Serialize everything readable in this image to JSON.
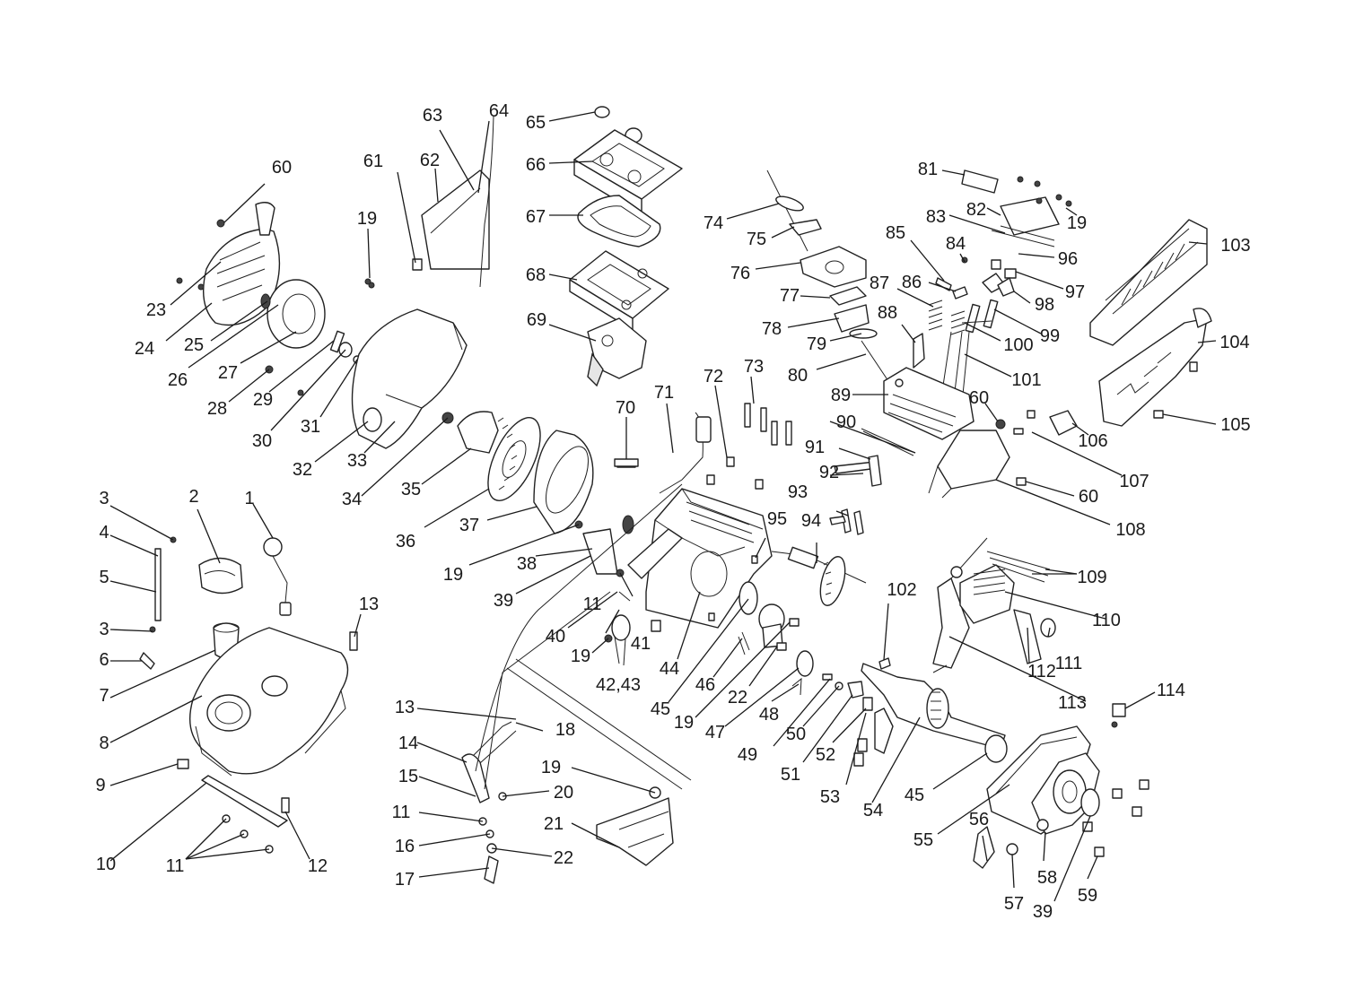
{
  "colors": {
    "line": "#222222",
    "fill": "#ffffff",
    "shade": "#e6e6e6"
  },
  "callouts": [
    {
      "id": "c1",
      "text": "1"
    },
    {
      "id": "c2",
      "text": "2"
    },
    {
      "id": "c3a",
      "text": "3"
    },
    {
      "id": "c3b",
      "text": "3"
    },
    {
      "id": "c4",
      "text": "4"
    },
    {
      "id": "c5",
      "text": "5"
    },
    {
      "id": "c6",
      "text": "6"
    },
    {
      "id": "c7",
      "text": "7"
    },
    {
      "id": "c8",
      "text": "8"
    },
    {
      "id": "c9",
      "text": "9"
    },
    {
      "id": "c10",
      "text": "10"
    },
    {
      "id": "c11a",
      "text": "11"
    },
    {
      "id": "c11b",
      "text": "11"
    },
    {
      "id": "c11c",
      "text": "11"
    },
    {
      "id": "c12",
      "text": "12"
    },
    {
      "id": "c13a",
      "text": "13"
    },
    {
      "id": "c13b",
      "text": "13"
    },
    {
      "id": "c14",
      "text": "14"
    },
    {
      "id": "c15",
      "text": "15"
    },
    {
      "id": "c16",
      "text": "16"
    },
    {
      "id": "c17",
      "text": "17"
    },
    {
      "id": "c18",
      "text": "18"
    },
    {
      "id": "c19a",
      "text": "19"
    },
    {
      "id": "c19b",
      "text": "19"
    },
    {
      "id": "c19c",
      "text": "19"
    },
    {
      "id": "c19d",
      "text": "19"
    },
    {
      "id": "c19e",
      "text": "19"
    },
    {
      "id": "c19f",
      "text": "19"
    },
    {
      "id": "c20",
      "text": "20"
    },
    {
      "id": "c21",
      "text": "21"
    },
    {
      "id": "c22a",
      "text": "22"
    },
    {
      "id": "c22b",
      "text": "22"
    },
    {
      "id": "c23",
      "text": "23"
    },
    {
      "id": "c24",
      "text": "24"
    },
    {
      "id": "c25",
      "text": "25"
    },
    {
      "id": "c26",
      "text": "26"
    },
    {
      "id": "c27",
      "text": "27"
    },
    {
      "id": "c28",
      "text": "28"
    },
    {
      "id": "c29",
      "text": "29"
    },
    {
      "id": "c30",
      "text": "30"
    },
    {
      "id": "c31",
      "text": "31"
    },
    {
      "id": "c32",
      "text": "32"
    },
    {
      "id": "c33",
      "text": "33"
    },
    {
      "id": "c34",
      "text": "34"
    },
    {
      "id": "c35",
      "text": "35"
    },
    {
      "id": "c36",
      "text": "36"
    },
    {
      "id": "c37",
      "text": "37"
    },
    {
      "id": "c38",
      "text": "38"
    },
    {
      "id": "c39a",
      "text": "39"
    },
    {
      "id": "c39b",
      "text": "39"
    },
    {
      "id": "c40",
      "text": "40"
    },
    {
      "id": "c41",
      "text": "41"
    },
    {
      "id": "c4243",
      "text": "42,43"
    },
    {
      "id": "c44",
      "text": "44"
    },
    {
      "id": "c45a",
      "text": "45"
    },
    {
      "id": "c45b",
      "text": "45"
    },
    {
      "id": "c46",
      "text": "46"
    },
    {
      "id": "c47",
      "text": "47"
    },
    {
      "id": "c48",
      "text": "48"
    },
    {
      "id": "c49",
      "text": "49"
    },
    {
      "id": "c50",
      "text": "50"
    },
    {
      "id": "c51",
      "text": "51"
    },
    {
      "id": "c52",
      "text": "52"
    },
    {
      "id": "c53",
      "text": "53"
    },
    {
      "id": "c54",
      "text": "54"
    },
    {
      "id": "c55",
      "text": "55"
    },
    {
      "id": "c56",
      "text": "56"
    },
    {
      "id": "c57",
      "text": "57"
    },
    {
      "id": "c58",
      "text": "58"
    },
    {
      "id": "c59",
      "text": "59"
    },
    {
      "id": "c60a",
      "text": "60"
    },
    {
      "id": "c60b",
      "text": "60"
    },
    {
      "id": "c60c",
      "text": "60"
    },
    {
      "id": "c61",
      "text": "61"
    },
    {
      "id": "c62",
      "text": "62"
    },
    {
      "id": "c63",
      "text": "63"
    },
    {
      "id": "c64",
      "text": "64"
    },
    {
      "id": "c65",
      "text": "65"
    },
    {
      "id": "c66",
      "text": "66"
    },
    {
      "id": "c67",
      "text": "67"
    },
    {
      "id": "c68",
      "text": "68"
    },
    {
      "id": "c69",
      "text": "69"
    },
    {
      "id": "c70",
      "text": "70"
    },
    {
      "id": "c71",
      "text": "71"
    },
    {
      "id": "c72",
      "text": "72"
    },
    {
      "id": "c73",
      "text": "73"
    },
    {
      "id": "c74",
      "text": "74"
    },
    {
      "id": "c75",
      "text": "75"
    },
    {
      "id": "c76",
      "text": "76"
    },
    {
      "id": "c77",
      "text": "77"
    },
    {
      "id": "c78",
      "text": "78"
    },
    {
      "id": "c79",
      "text": "79"
    },
    {
      "id": "c80",
      "text": "80"
    },
    {
      "id": "c81",
      "text": "81"
    },
    {
      "id": "c82",
      "text": "82"
    },
    {
      "id": "c83",
      "text": "83"
    },
    {
      "id": "c84",
      "text": "84"
    },
    {
      "id": "c85",
      "text": "85"
    },
    {
      "id": "c86",
      "text": "86"
    },
    {
      "id": "c87",
      "text": "87"
    },
    {
      "id": "c88",
      "text": "88"
    },
    {
      "id": "c89",
      "text": "89"
    },
    {
      "id": "c90",
      "text": "90"
    },
    {
      "id": "c91",
      "text": "91"
    },
    {
      "id": "c92",
      "text": "92"
    },
    {
      "id": "c93",
      "text": "93"
    },
    {
      "id": "c94",
      "text": "94"
    },
    {
      "id": "c95",
      "text": "95"
    },
    {
      "id": "c96",
      "text": "96"
    },
    {
      "id": "c97",
      "text": "97"
    },
    {
      "id": "c98",
      "text": "98"
    },
    {
      "id": "c99",
      "text": "99"
    },
    {
      "id": "c100",
      "text": "100"
    },
    {
      "id": "c101",
      "text": "101"
    },
    {
      "id": "c102",
      "text": "102"
    },
    {
      "id": "c103",
      "text": "103"
    },
    {
      "id": "c104",
      "text": "104"
    },
    {
      "id": "c105",
      "text": "105"
    },
    {
      "id": "c106",
      "text": "106"
    },
    {
      "id": "c107",
      "text": "107"
    },
    {
      "id": "c108",
      "text": "108"
    },
    {
      "id": "c109",
      "text": "109"
    },
    {
      "id": "c110",
      "text": "110"
    },
    {
      "id": "c111",
      "text": "111"
    },
    {
      "id": "c112",
      "text": "112"
    },
    {
      "id": "c113",
      "text": "113"
    },
    {
      "id": "c114",
      "text": "114"
    }
  ]
}
